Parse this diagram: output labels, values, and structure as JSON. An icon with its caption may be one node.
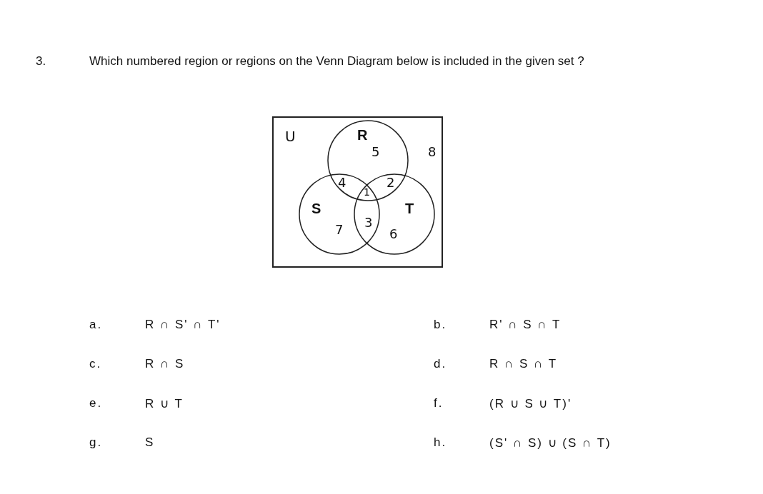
{
  "diagram": {
    "title": "Which numbered region or regions on the Venn Diagram below is included in the given set ?",
    "nodes": [
      {
        "text": [
          "U"
        ]
      },
      {
        "text": [
          "R"
        ],
        "in": 0
      },
      {
        "text": [
          "S"
        ],
        "in": 0
      },
      {
        "text": [
          "T"
        ],
        "in": 0
      }
    ],
    "edges": [],
    "labels": [
      "3.",
      "5",
      "8",
      "4",
      "2",
      "1",
      "7",
      "3",
      "6",
      "a.",
      "R ∩ S' ∩ T'",
      "b.",
      "R' ∩ S ∩ T",
      "c.",
      "R ∩ S",
      "d.",
      "R ∩ S ∩ T",
      "e.",
      "R ∪ T",
      "f.",
      "(R ∪ S ∪ T)'",
      "g.",
      "S",
      "h.",
      "(S' ∩ S) ∪ (S ∩ T)"
    ]
  }
}
